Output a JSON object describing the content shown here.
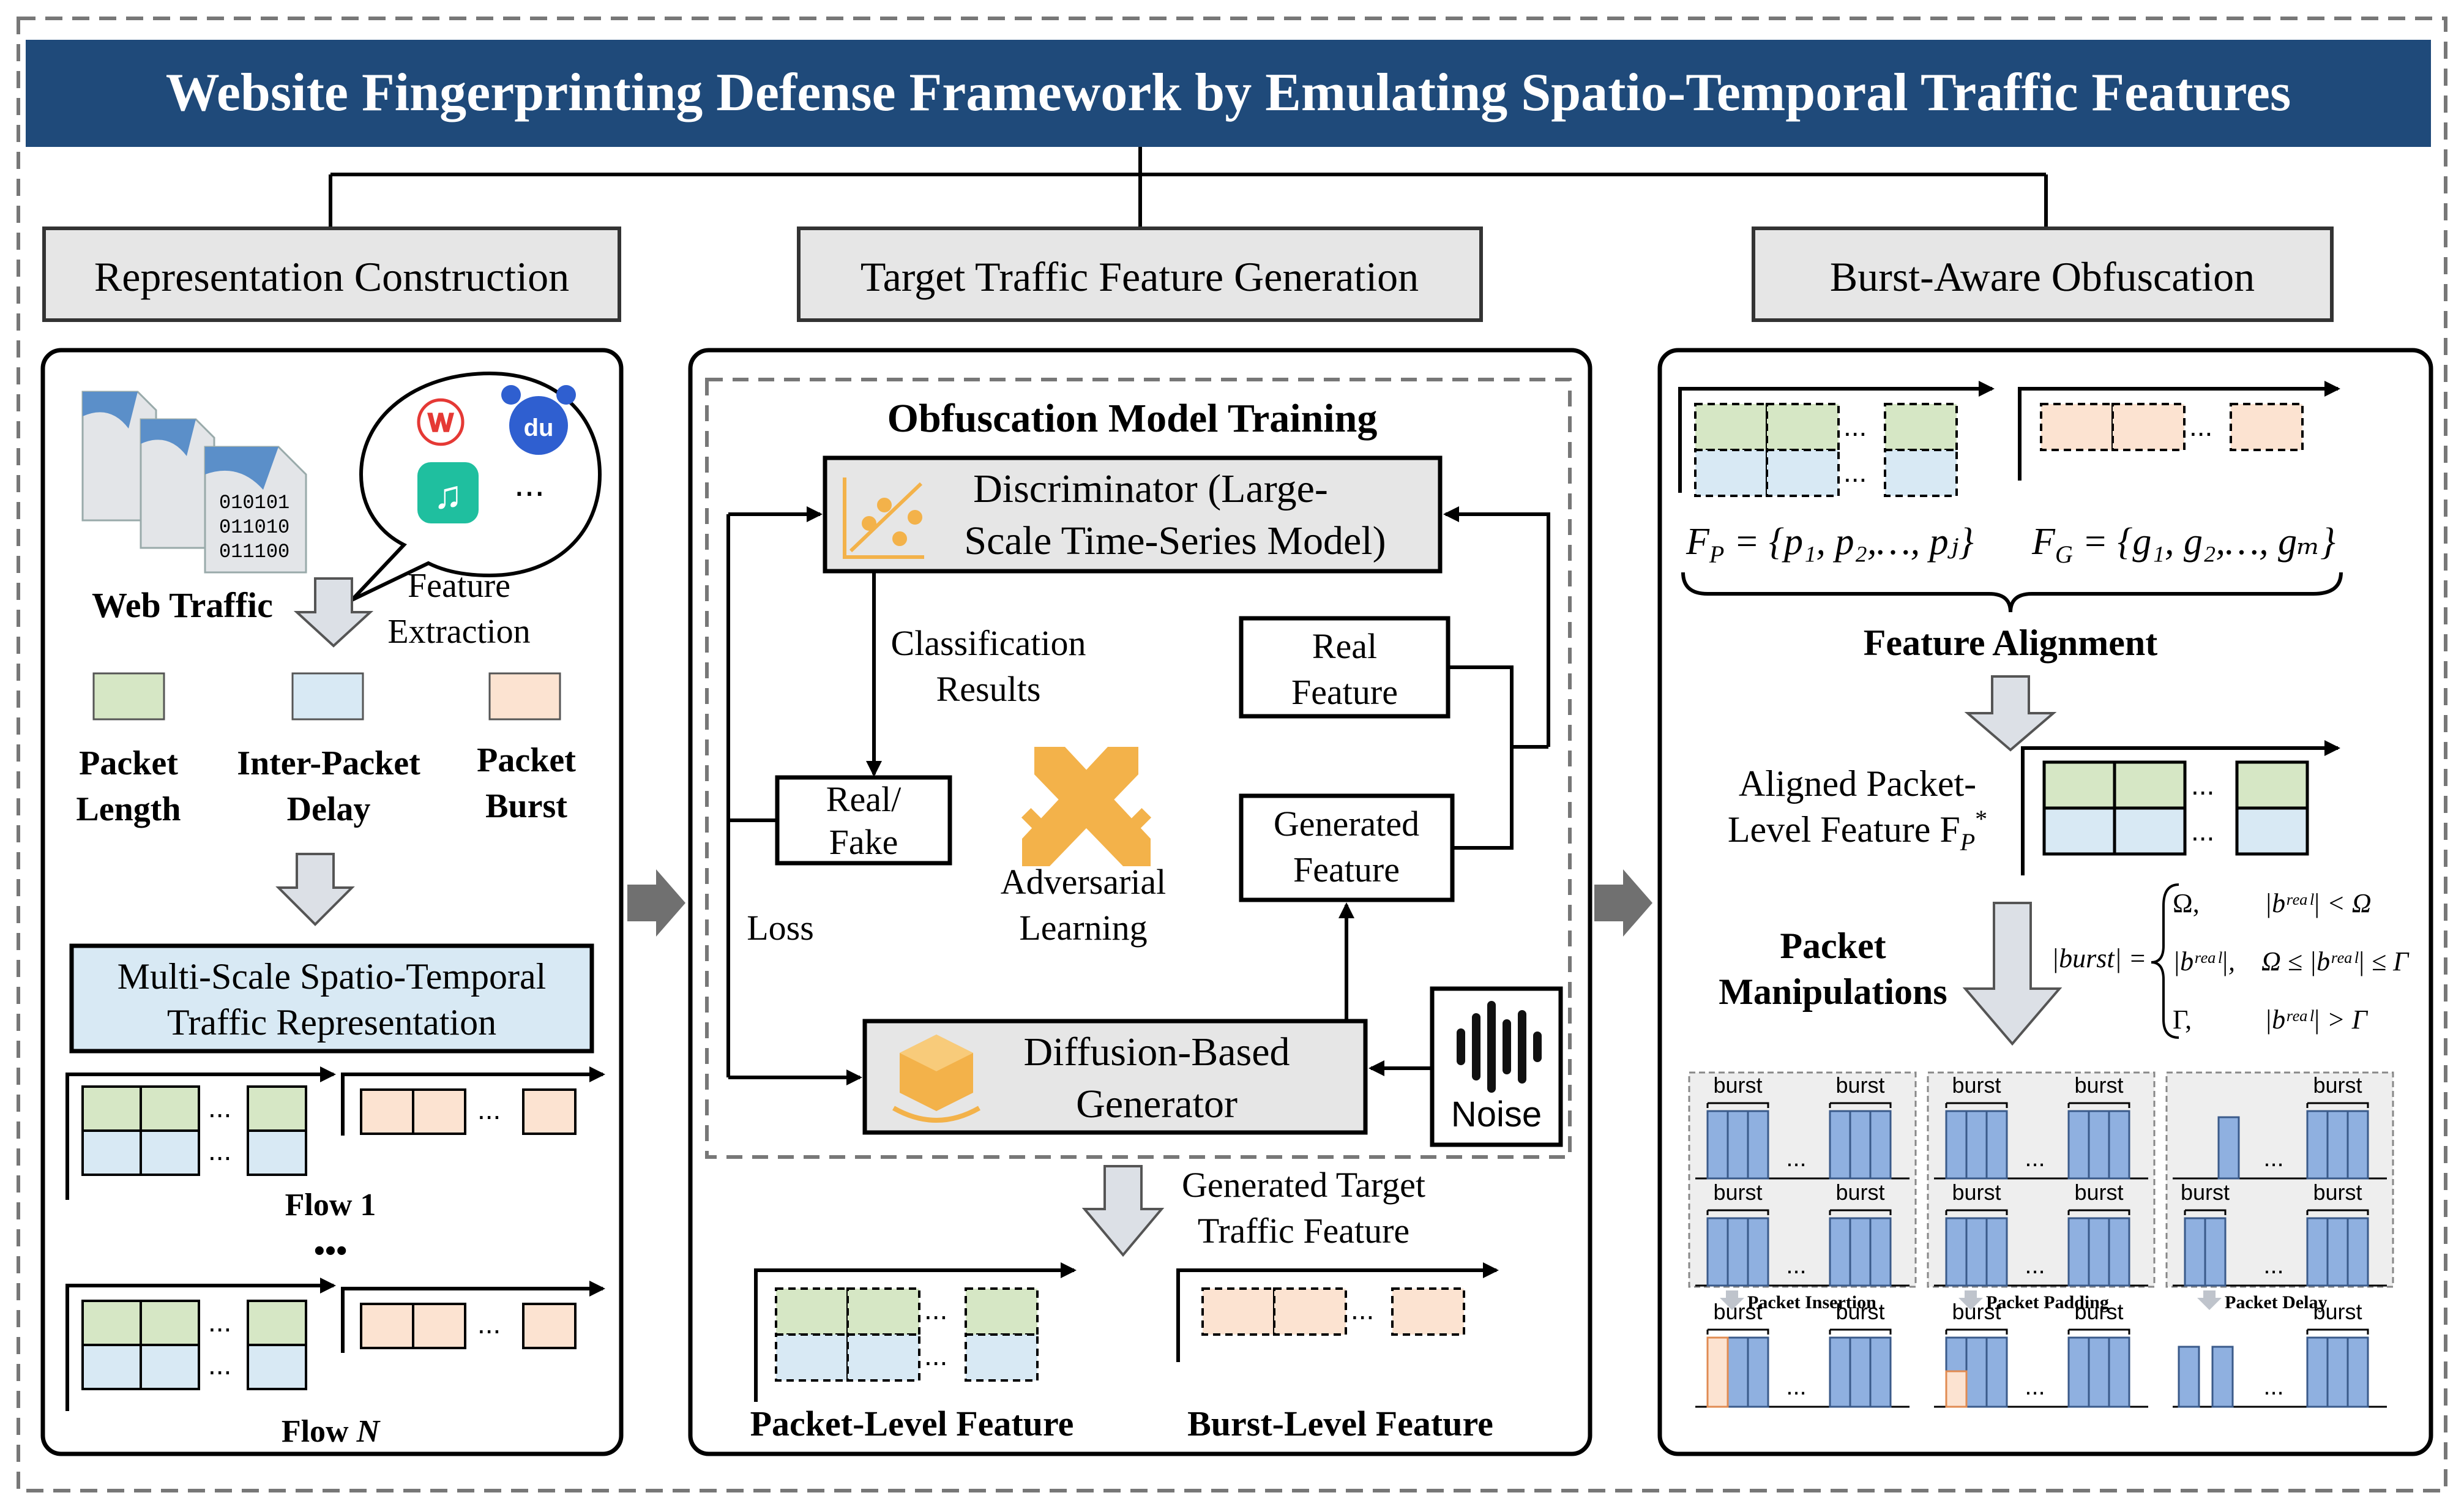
{
  "title": "Website Fingerprinting Defense Framework by Emulating Spatio-Temporal Traffic Features",
  "colors": {
    "title_bg": "#1F4A7A",
    "green": "#D6E7C5",
    "blue": "#D8E9F4",
    "peach": "#FCE3D1",
    "header_gray": "#E6E6E6",
    "orange": "#F3B24A",
    "burst_blue": "#8FB0E0",
    "gray_arrow": "#BFC4CC"
  },
  "sections": {
    "rep": {
      "header": "Representation Construction",
      "web_traffic": "Web Traffic",
      "feature_extraction_1": "Feature",
      "feature_extraction_2": "Extraction",
      "legend": [
        {
          "l1": "Packet",
          "l2": "Length"
        },
        {
          "l1": "Inter-Packet",
          "l2": "Delay"
        },
        {
          "l1": "Packet",
          "l2": "Burst"
        }
      ],
      "box_l1": "Multi-Scale Spatio-Temporal",
      "box_l2": "Traffic Representation",
      "flow1": "Flow 1",
      "flowN_prefix": "Flow ",
      "flowN_var": "N",
      "dots": "•••",
      "ellipsis": "...",
      "binary_lines": [
        "010101",
        "011010",
        "011100"
      ]
    },
    "gen": {
      "header": "Target Traffic Feature Generation",
      "training_title": "Obfuscation Model Training",
      "disc_l1": "Discriminator (Large-",
      "disc_l2": "Scale Time-Series Model)",
      "classification_l1": "Classification",
      "classification_l2": "Results",
      "real_feature_l1": "Real",
      "real_feature_l2": "Feature",
      "real_fake_l1": "Real/",
      "real_fake_l2": "Fake",
      "adversarial_l1": "Adversarial",
      "adversarial_l2": "Learning",
      "generated_feature_l1": "Generated",
      "generated_feature_l2": "Feature",
      "loss": "Loss",
      "generator_l1": "Diffusion-Based",
      "generator_l2": "Generator",
      "noise": "Noise",
      "generated_target_l1": "Generated Target",
      "generated_target_l2": "Traffic Feature",
      "packet_level": "Packet-Level Feature",
      "burst_level": "Burst-Level Feature"
    },
    "burst": {
      "header": "Burst-Aware Obfuscation",
      "fp_formula": "F",
      "fp_sub": "P",
      "fp_set": " = {p₁, p₂,…, pⱼ}",
      "fg_formula": "F",
      "fg_sub": "G",
      "fg_set": " = {g₁, g₂,…, gₘ}",
      "feature_alignment": "Feature Alignment",
      "aligned_l1": "Aligned Packet-",
      "aligned_l2": "Level Feature F",
      "aligned_sub": "P",
      "aligned_sup": "*",
      "manip_l1": "Packet",
      "manip_l2": "Manipulations",
      "burst_lhs": "|burst| =",
      "case1_val": "Ω,",
      "case1_cond": "|bʳᵉᵃˡ| < Ω",
      "case2_val": "|bʳᵉᵃˡ|,",
      "case2_cond": "Ω ≤ |bʳᵉᵃˡ| ≤ Γ",
      "case3_val": "Γ,",
      "case3_cond": "|bʳᵉᵃˡ| > Γ",
      "burst_label": "burst",
      "ops": [
        "Packet Insertion",
        "Packet Padding",
        "Packet Delay"
      ]
    }
  },
  "icons": [
    "file-icon",
    "weibo-icon",
    "baidu-icon",
    "music-app-icon",
    "scatter-chart-icon",
    "crossed-swords-icon",
    "cube-icon",
    "noise-waveform-icon"
  ]
}
